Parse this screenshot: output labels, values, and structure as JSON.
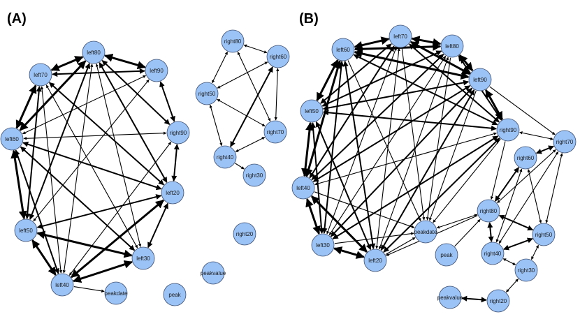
{
  "colors": {
    "node_fill": "#9cc3f5",
    "node_stroke": "#3c4f72",
    "edge": "#000000",
    "background": "#ffffff"
  },
  "panels": [
    {
      "label": "(A)",
      "nodes": [
        "left80",
        "left70",
        "left90",
        "left60",
        "right90",
        "left20",
        "left50",
        "left30",
        "left40",
        "peakdate",
        "peak",
        "peakvalue",
        "right80",
        "right60",
        "right50",
        "right70",
        "right40",
        "right30",
        "right20"
      ],
      "edges": [
        [
          "left80",
          "left70",
          3,
          "both"
        ],
        [
          "left80",
          "left90",
          3,
          "both"
        ],
        [
          "left80",
          "left60",
          3,
          "both"
        ],
        [
          "left80",
          "right90",
          2,
          "both"
        ],
        [
          "left80",
          "left50",
          2,
          "both"
        ],
        [
          "left80",
          "left20",
          2,
          "both"
        ],
        [
          "left80",
          "left30",
          1,
          "both"
        ],
        [
          "left80",
          "left40",
          1,
          "both"
        ],
        [
          "left70",
          "left90",
          2,
          "both"
        ],
        [
          "left70",
          "left60",
          3,
          "both"
        ],
        [
          "left70",
          "left50",
          2,
          "both"
        ],
        [
          "left70",
          "left20",
          2,
          "both"
        ],
        [
          "left70",
          "left30",
          1,
          "both"
        ],
        [
          "left70",
          "left40",
          1,
          "both"
        ],
        [
          "left90",
          "right90",
          2,
          "both"
        ],
        [
          "left90",
          "left60",
          1,
          "both"
        ],
        [
          "left90",
          "left50",
          1,
          "both"
        ],
        [
          "left60",
          "right90",
          1,
          "both"
        ],
        [
          "left60",
          "left20",
          2,
          "both"
        ],
        [
          "left60",
          "left50",
          3,
          "both"
        ],
        [
          "left60",
          "left30",
          2,
          "both"
        ],
        [
          "left60",
          "left40",
          2,
          "both"
        ],
        [
          "right90",
          "left20",
          2,
          "both"
        ],
        [
          "right90",
          "left40",
          1,
          "both"
        ],
        [
          "left20",
          "left50",
          2,
          "both"
        ],
        [
          "left20",
          "left40",
          3,
          "both"
        ],
        [
          "left20",
          "left30",
          2,
          "both"
        ],
        [
          "left50",
          "left30",
          3,
          "both"
        ],
        [
          "left50",
          "left40",
          3,
          "both"
        ],
        [
          "left30",
          "left40",
          3,
          "both"
        ],
        [
          "left40",
          "peakdate",
          1,
          "fwd"
        ],
        [
          "right80",
          "right60",
          1,
          "both"
        ],
        [
          "right80",
          "right50",
          1,
          "both"
        ],
        [
          "right80",
          "right70",
          1,
          "both"
        ],
        [
          "right60",
          "right50",
          1,
          "both"
        ],
        [
          "right60",
          "right70",
          1,
          "both"
        ],
        [
          "right60",
          "right40",
          2,
          "both"
        ],
        [
          "right50",
          "right70",
          1,
          "both"
        ],
        [
          "right50",
          "right40",
          1,
          "both"
        ],
        [
          "right70",
          "right40",
          1,
          "both"
        ],
        [
          "right40",
          "right30",
          1,
          "fwd"
        ]
      ]
    },
    {
      "label": "(B)",
      "nodes": [
        "left70",
        "left80",
        "left60",
        "left90",
        "left50",
        "right90",
        "right70",
        "right60",
        "left40",
        "right50",
        "right80",
        "peakdate",
        "left30",
        "left20",
        "peak",
        "right40",
        "right30",
        "peakvalue",
        "right20"
      ],
      "edges": [
        [
          "left70",
          "left80",
          3,
          "both"
        ],
        [
          "left70",
          "left60",
          3,
          "both"
        ],
        [
          "left70",
          "left90",
          3,
          "both"
        ],
        [
          "left70",
          "left50",
          2,
          "both"
        ],
        [
          "left70",
          "right90",
          2,
          "both"
        ],
        [
          "left70",
          "left40",
          2,
          "both"
        ],
        [
          "left70",
          "left30",
          1,
          "both"
        ],
        [
          "left70",
          "left20",
          1,
          "both"
        ],
        [
          "left70",
          "peakdate",
          1,
          "fwd"
        ],
        [
          "left80",
          "left60",
          3,
          "both"
        ],
        [
          "left80",
          "left90",
          3,
          "both"
        ],
        [
          "left80",
          "left50",
          2,
          "both"
        ],
        [
          "left80",
          "right90",
          2,
          "both"
        ],
        [
          "left80",
          "left40",
          2,
          "both"
        ],
        [
          "left80",
          "left30",
          1,
          "both"
        ],
        [
          "left80",
          "left20",
          1,
          "both"
        ],
        [
          "left80",
          "peakdate",
          1,
          "fwd"
        ],
        [
          "left60",
          "left90",
          3,
          "both"
        ],
        [
          "left60",
          "left50",
          3,
          "both"
        ],
        [
          "left60",
          "right90",
          2,
          "both"
        ],
        [
          "left60",
          "left40",
          3,
          "both"
        ],
        [
          "left60",
          "left30",
          2,
          "both"
        ],
        [
          "left60",
          "left20",
          2,
          "both"
        ],
        [
          "left60",
          "peakdate",
          1,
          "fwd"
        ],
        [
          "left90",
          "left50",
          2,
          "both"
        ],
        [
          "left90",
          "right90",
          3,
          "both"
        ],
        [
          "left90",
          "right70",
          1,
          "fwd"
        ],
        [
          "left90",
          "left40",
          2,
          "both"
        ],
        [
          "left90",
          "left30",
          2,
          "both"
        ],
        [
          "left90",
          "left20",
          2,
          "both"
        ],
        [
          "left90",
          "peakdate",
          1,
          "fwd"
        ],
        [
          "left50",
          "right90",
          2,
          "both"
        ],
        [
          "left50",
          "left40",
          3,
          "both"
        ],
        [
          "left50",
          "left30",
          2,
          "both"
        ],
        [
          "left50",
          "left20",
          2,
          "both"
        ],
        [
          "right90",
          "right70",
          1,
          "both"
        ],
        [
          "right90",
          "left40",
          1,
          "both"
        ],
        [
          "right90",
          "left30",
          2,
          "both"
        ],
        [
          "right90",
          "left20",
          2,
          "both"
        ],
        [
          "right90",
          "peakdate",
          1,
          "fwd"
        ],
        [
          "right90",
          "right80",
          1,
          "fwd"
        ],
        [
          "right70",
          "right60",
          2,
          "both"
        ],
        [
          "right70",
          "right80",
          1,
          "both"
        ],
        [
          "right70",
          "right40",
          1,
          "both"
        ],
        [
          "right70",
          "right50",
          1,
          "both"
        ],
        [
          "right60",
          "right80",
          2,
          "both"
        ],
        [
          "right60",
          "right50",
          1,
          "both"
        ],
        [
          "right60",
          "right40",
          1,
          "both"
        ],
        [
          "left40",
          "left30",
          3,
          "both"
        ],
        [
          "left40",
          "left20",
          3,
          "both"
        ],
        [
          "left40",
          "peakdate",
          1,
          "fwd"
        ],
        [
          "left30",
          "left20",
          3,
          "both"
        ],
        [
          "left30",
          "peakdate",
          1,
          "fwd"
        ],
        [
          "left20",
          "peakdate",
          1,
          "fwd"
        ],
        [
          "right80",
          "peakdate",
          1,
          "both"
        ],
        [
          "right80",
          "right50",
          2,
          "both"
        ],
        [
          "right80",
          "right40",
          2,
          "both"
        ],
        [
          "right80",
          "left20",
          1,
          "fwd"
        ],
        [
          "right50",
          "right40",
          2,
          "both"
        ],
        [
          "right50",
          "right30",
          1,
          "both"
        ],
        [
          "right40",
          "right30",
          1,
          "both"
        ],
        [
          "peak",
          "right80",
          1,
          "fwd"
        ],
        [
          "right30",
          "right20",
          1,
          "both"
        ],
        [
          "peakvalue",
          "right20",
          2,
          "both"
        ]
      ]
    }
  ]
}
